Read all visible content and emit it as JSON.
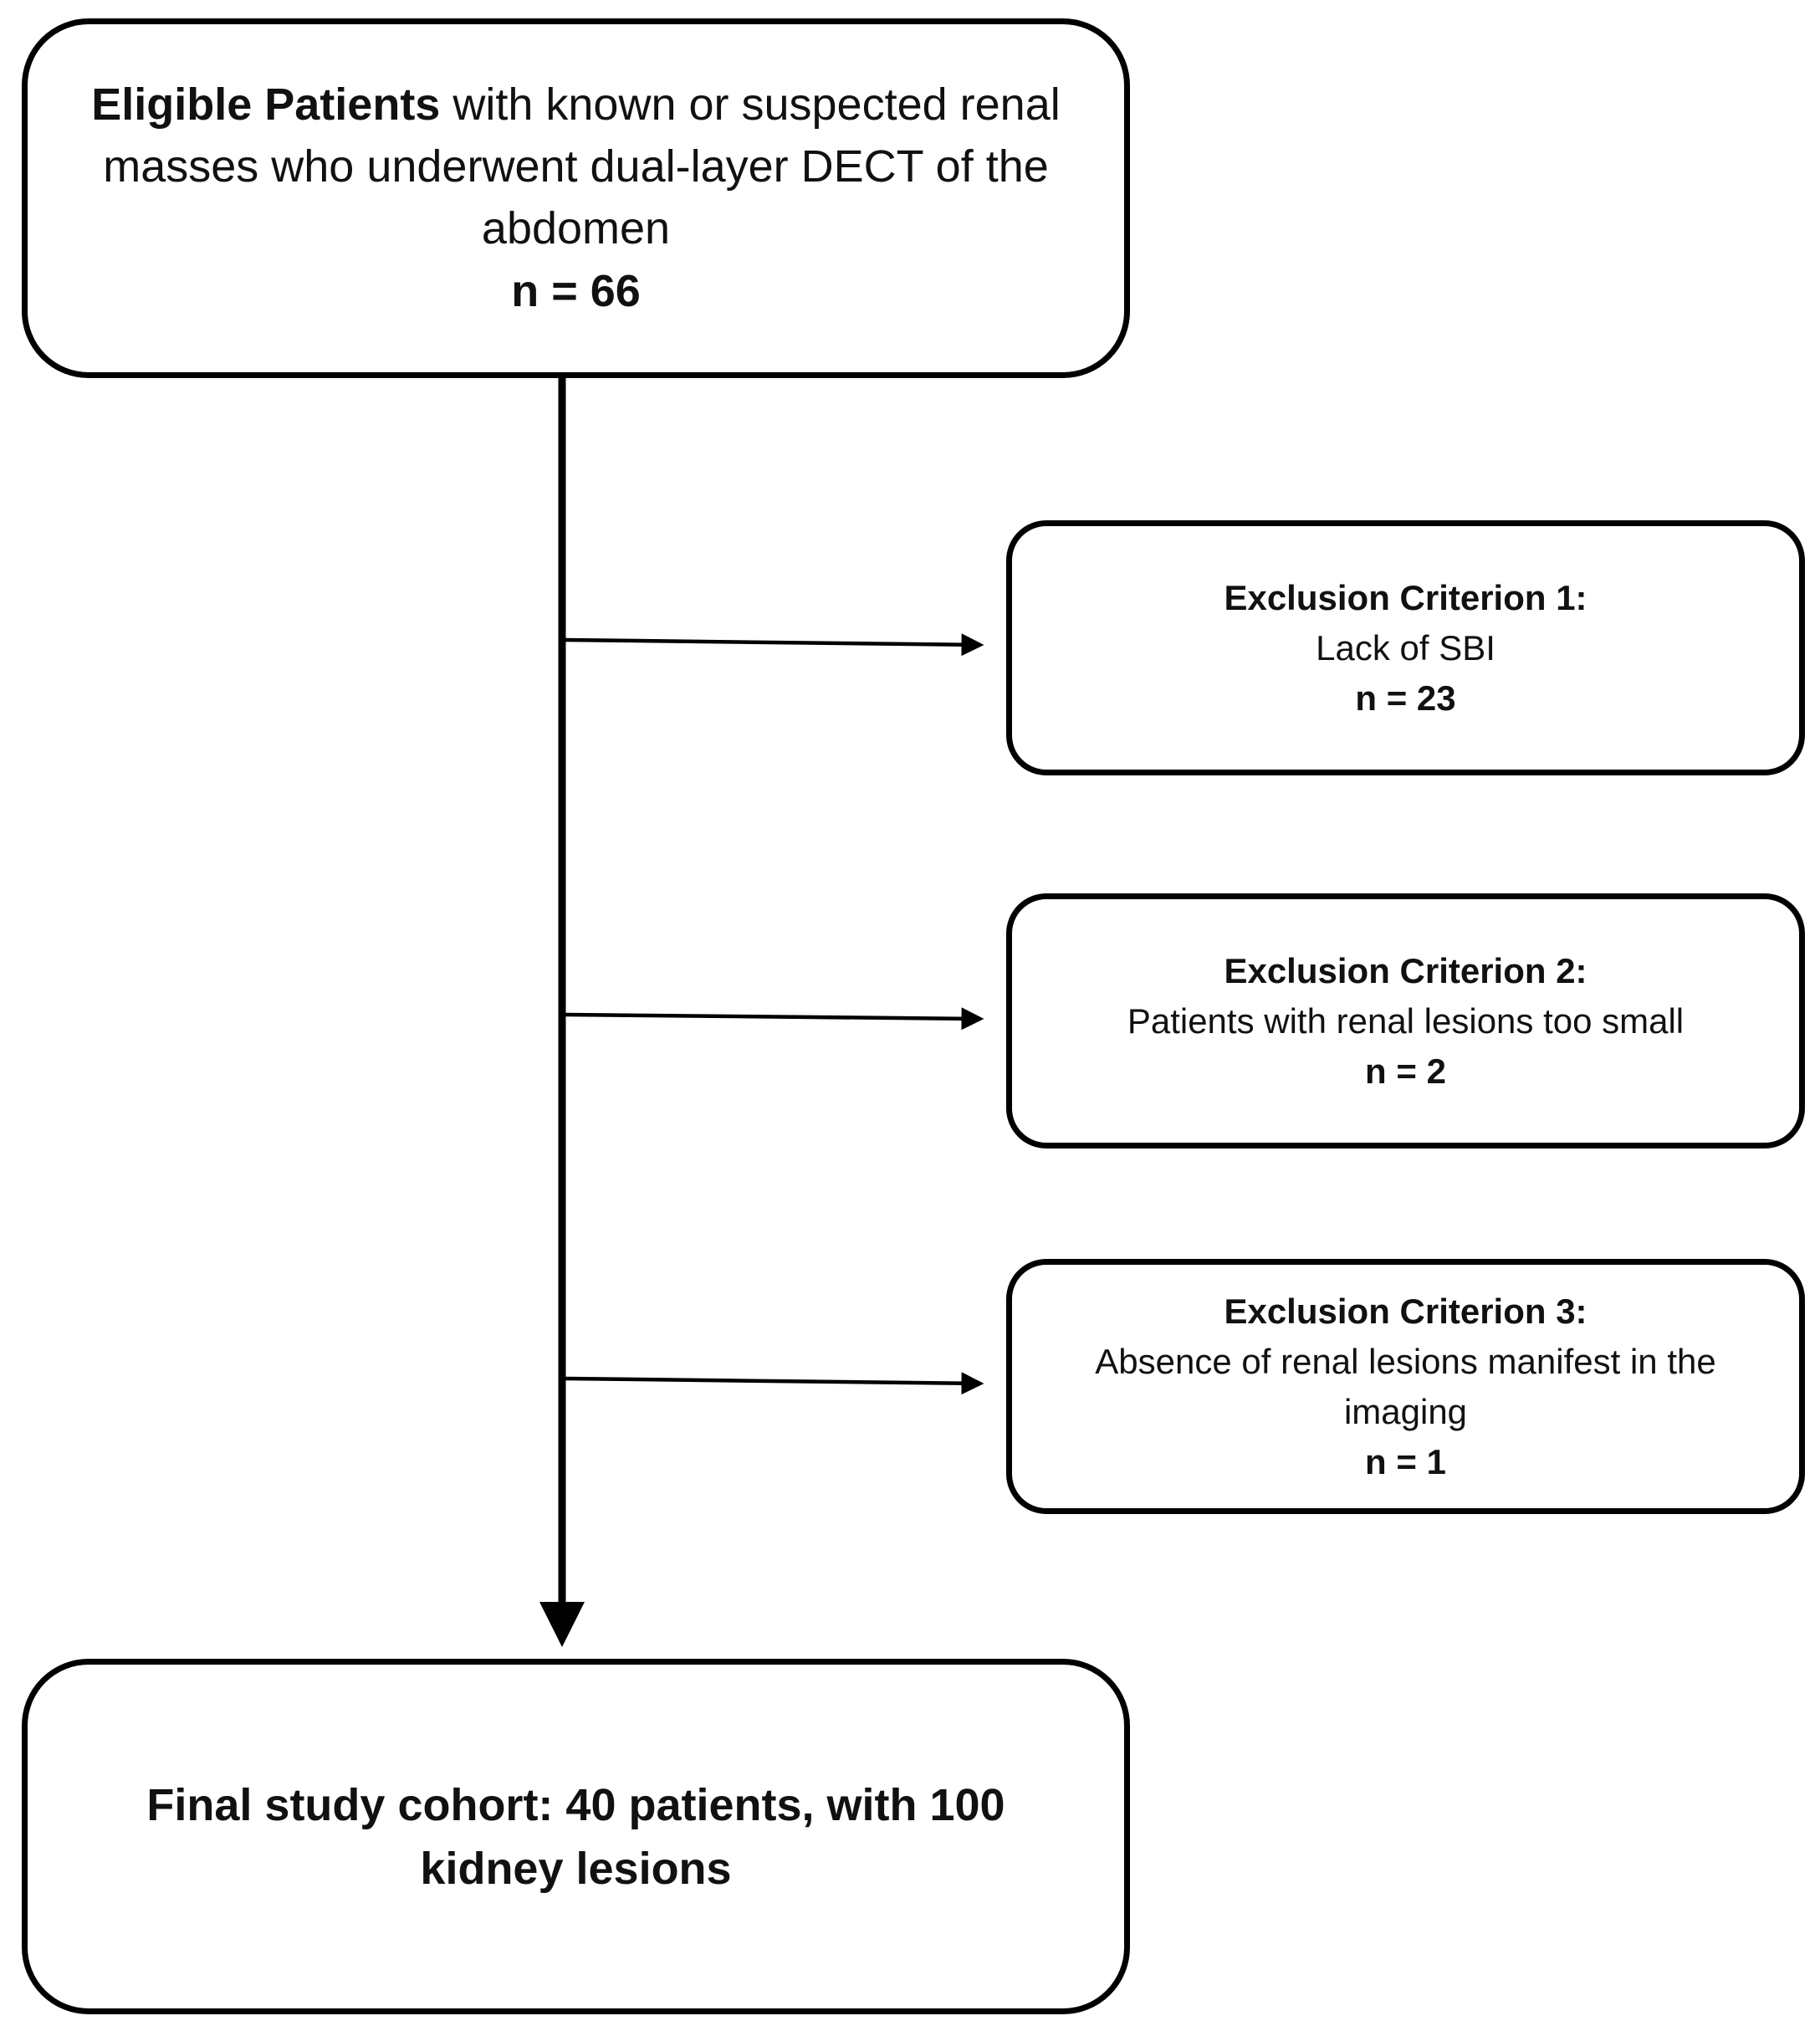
{
  "start_box": {
    "bold_label": "Eligible Patients",
    "text": " with known or suspected renal masses who underwent dual-layer DECT of the abdomen",
    "n": "n = 66"
  },
  "exclusions": [
    {
      "title": "Exclusion Criterion 1:",
      "description": "Lack of SBI",
      "n": "n = 23"
    },
    {
      "title": "Exclusion Criterion 2:",
      "description": "Patients with renal lesions too small",
      "n": "n = 2"
    },
    {
      "title": "Exclusion Criterion 3:",
      "description": "Absence of renal lesions manifest in the imaging",
      "n": "n = 1"
    }
  ],
  "final_box": {
    "text": "Final study cohort: 40 patients, with 100 kidney lesions"
  },
  "colors": {
    "stroke": "#000000",
    "background": "#ffffff",
    "text": "#111111"
  }
}
